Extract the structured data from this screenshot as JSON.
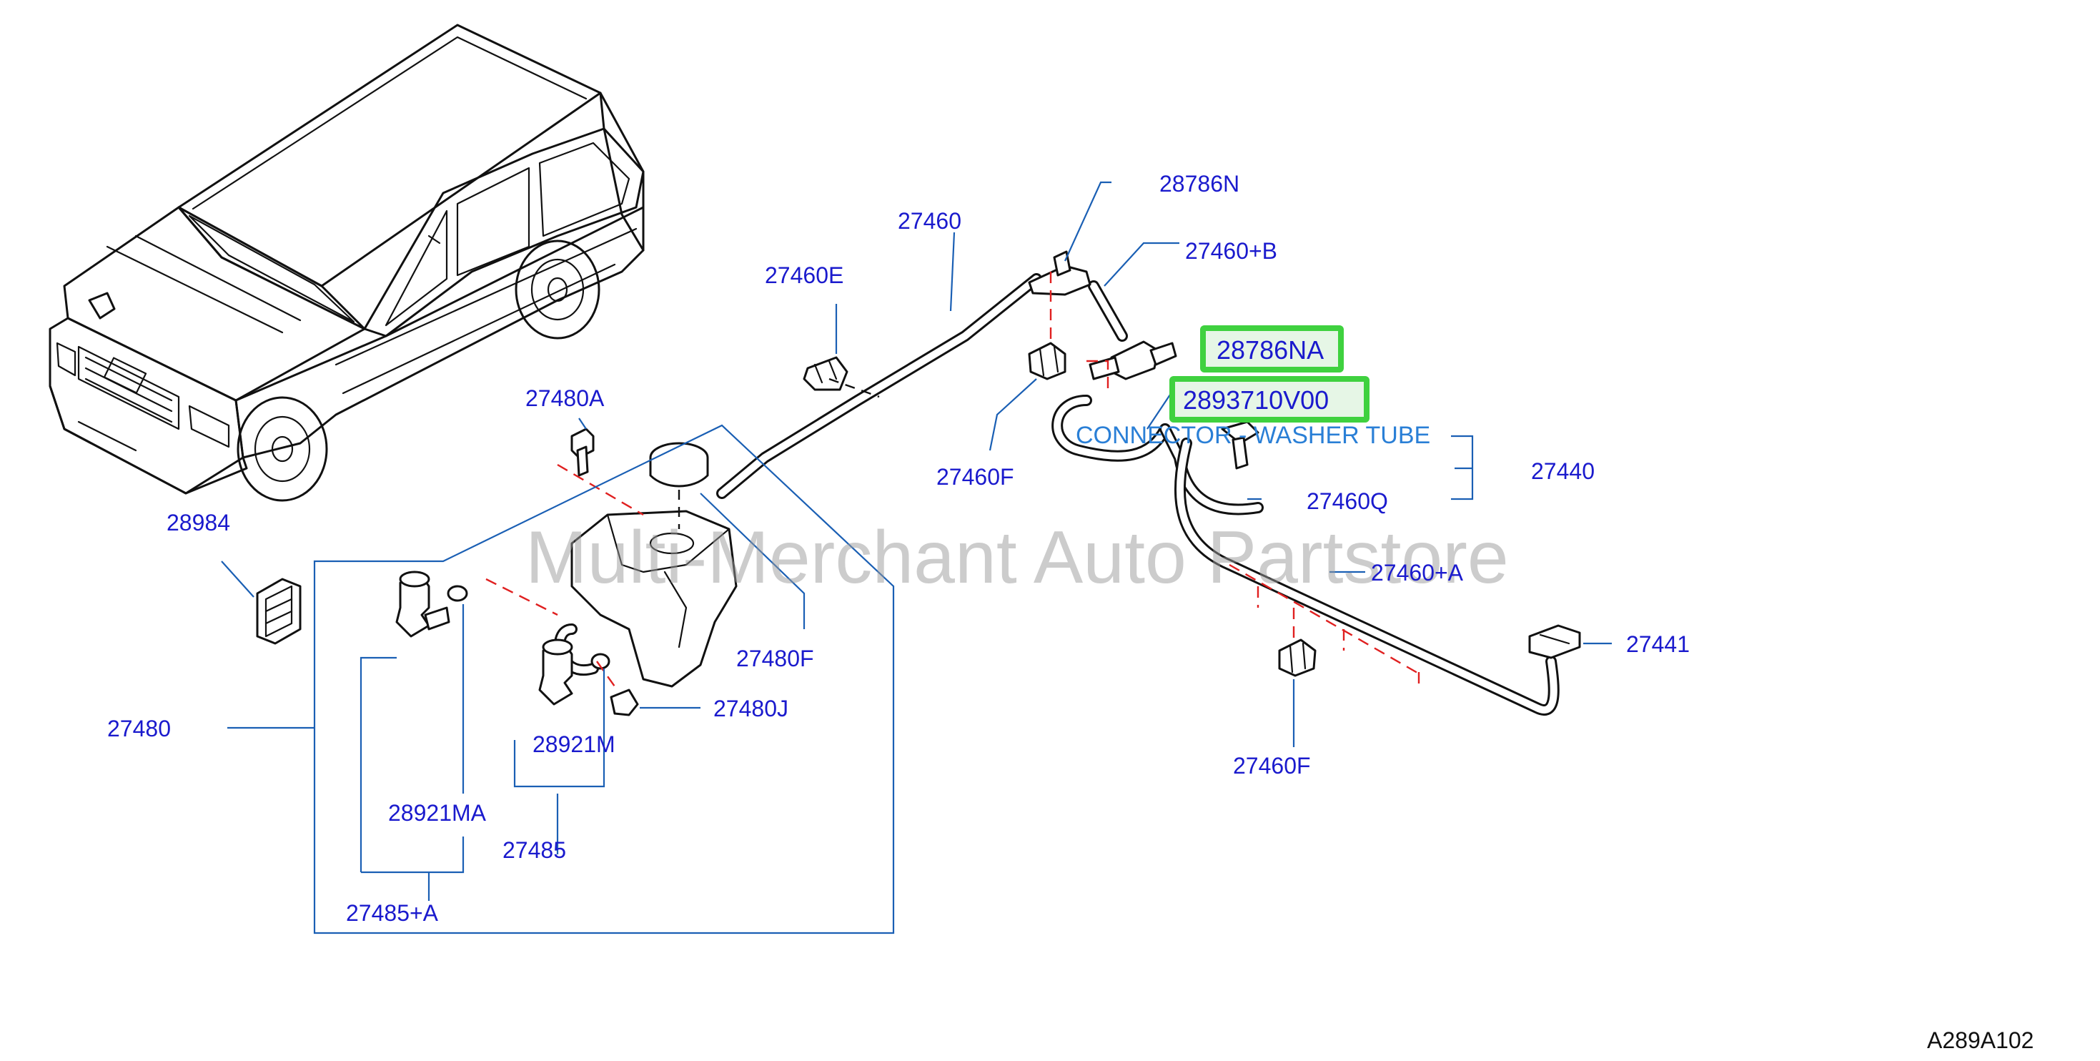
{
  "diagram": {
    "watermark": "Multi-Merchant Auto Partstore",
    "drawing_code": "A289A102",
    "description": "CONNECTOR - WASHER TUBE",
    "highlight_color": "#3fd13f",
    "label_color": "#1a1acd",
    "description_color": "#2a7fd6",
    "parts": {
      "p28786N": "28786N",
      "p27460": "27460",
      "p27460B": "27460+B",
      "p27460E": "27460E",
      "p28786NA": "28786NA",
      "p2893710V00": "2893710V00",
      "p27480A": "27480A",
      "p27460F_top": "27460F",
      "p27440": "27440",
      "p27460Q": "27460Q",
      "p28984": "28984",
      "p27460A": "27460+A",
      "p27480F": "27480F",
      "p27441": "27441",
      "p27480J": "27480J",
      "p27480": "27480",
      "p28921M": "28921M",
      "p27460F_bottom": "27460F",
      "p28921MA": "28921MA",
      "p27485": "27485",
      "p27485A": "27485+A"
    }
  }
}
